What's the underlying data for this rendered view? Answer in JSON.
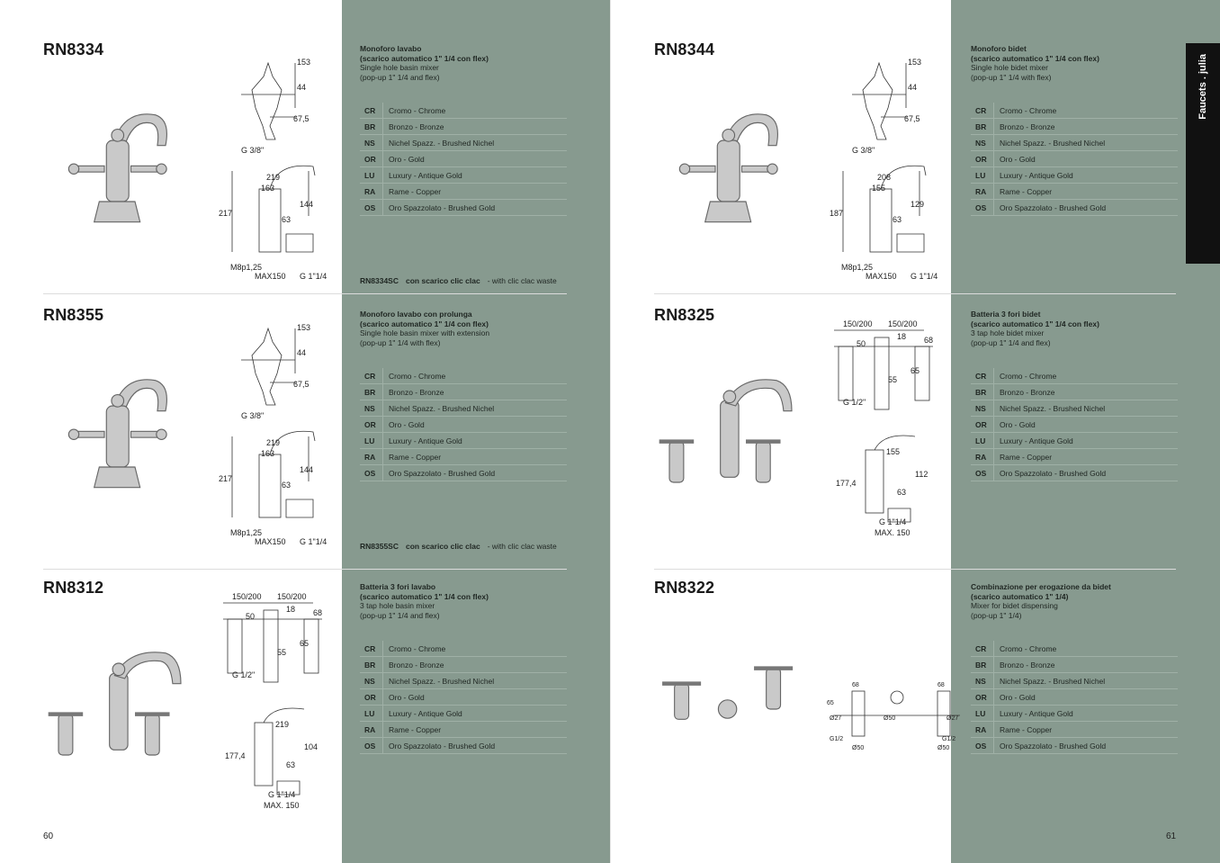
{
  "side_tab": "Faucets . julia",
  "page_numbers": [
    "60",
    "61"
  ],
  "colors": {
    "panel": "#879a8f",
    "tab": "#111111"
  },
  "sections": [
    {
      "code": "RN8334",
      "title_it": "Monoforo lavabo",
      "title_it2": "(scarico automatico 1\" 1/4 con flex)",
      "title_en": "Single hole basin mixer",
      "title_en2": "(pop-up 1\" 1/4 and flex)",
      "type": "single",
      "dims": [
        "153",
        "44",
        "67,5",
        "G 3/8\"",
        "217",
        "219",
        "163",
        "144",
        "63",
        "M8p1,25",
        "MAX150",
        "G 1\"1/4"
      ],
      "sc_code": "RN8334SC",
      "sc_it": "con scarico clic clac",
      "sc_en": "- with clic clac waste"
    },
    {
      "code": "RN8344",
      "title_it": "Monoforo bidet",
      "title_it2": "(scarico automatico 1\" 1/4 con flex)",
      "title_en": "Single hole bidet mixer",
      "title_en2": "(pop-up 1\" 1/4 with flex)",
      "type": "bidet",
      "dims": [
        "153",
        "44",
        "67,5",
        "G 3/8\"",
        "187",
        "208",
        "155",
        "129",
        "63",
        "M8p1,25",
        "MAX150",
        "G 1\"1/4"
      ]
    },
    {
      "code": "RN8355",
      "title_it": "Monoforo lavabo con prolunga",
      "title_it2": "(scarico automatico 1\" 1/4 con flex)",
      "title_en": "Single hole basin mixer with extension",
      "title_en2": "(pop-up 1\" 1/4 with flex)",
      "type": "single",
      "dims": [
        "153",
        "44",
        "67,5",
        "G 3/8\"",
        "217",
        "219",
        "163",
        "144",
        "63",
        "M8p1,25",
        "MAX150",
        "G 1\"1/4"
      ],
      "sc_code": "RN8355SC",
      "sc_it": "con scarico clic clac",
      "sc_en": "- with clic clac waste"
    },
    {
      "code": "RN8325",
      "title_it": "Batteria 3 fori bidet",
      "title_it2": "(scarico automatico 1\" 1/4 con flex)",
      "title_en": "3 tap hole bidet mixer",
      "title_en2": "(pop-up 1\" 1/4 and flex)",
      "type": "three",
      "dims": [
        "150/200",
        "150/200",
        "50",
        "18",
        "68",
        "65",
        "55",
        "G 1/2\"",
        "177,4",
        "155",
        "112",
        "63",
        "G 1\"1/4",
        "MAX. 150"
      ]
    },
    {
      "code": "RN8312",
      "title_it": "Batteria 3 fori lavabo",
      "title_it2": "(scarico automatico 1\" 1/4 con flex)",
      "title_en": "3 tap hole basin mixer",
      "title_en2": "(pop-up 1\" 1/4 and flex)",
      "type": "three",
      "dims": [
        "150/200",
        "150/200",
        "50",
        "18",
        "68",
        "65",
        "55",
        "G 1/2\"",
        "177,4",
        "219",
        "104",
        "63",
        "G 1\"1/4",
        "MAX. 150"
      ]
    },
    {
      "code": "RN8322",
      "title_it": "Combinazione per erogazione da bidet",
      "title_it2": "(scarico automatico 1\" 1/4)",
      "title_en": "Mixer for bidet dispensing",
      "title_en2": "(pop-up 1\" 1/4)",
      "type": "combo",
      "dims": [
        "68",
        "68",
        "65",
        "Ø27",
        "Ø50",
        "Ø27",
        "G1/2",
        "Ø50",
        "G1/2",
        "Ø50"
      ]
    }
  ],
  "finishes": [
    {
      "code": "CR",
      "name": "Cromo - Chrome"
    },
    {
      "code": "BR",
      "name": "Bronzo - Bronze"
    },
    {
      "code": "NS",
      "name": "Nichel Spazz. - Brushed Nichel"
    },
    {
      "code": "OR",
      "name": "Oro - Gold"
    },
    {
      "code": "LU",
      "name": "Luxury - Antique Gold"
    },
    {
      "code": "RA",
      "name": "Rame - Copper"
    },
    {
      "code": "OS",
      "name": "Oro Spazzolato - Brushed Gold"
    }
  ]
}
